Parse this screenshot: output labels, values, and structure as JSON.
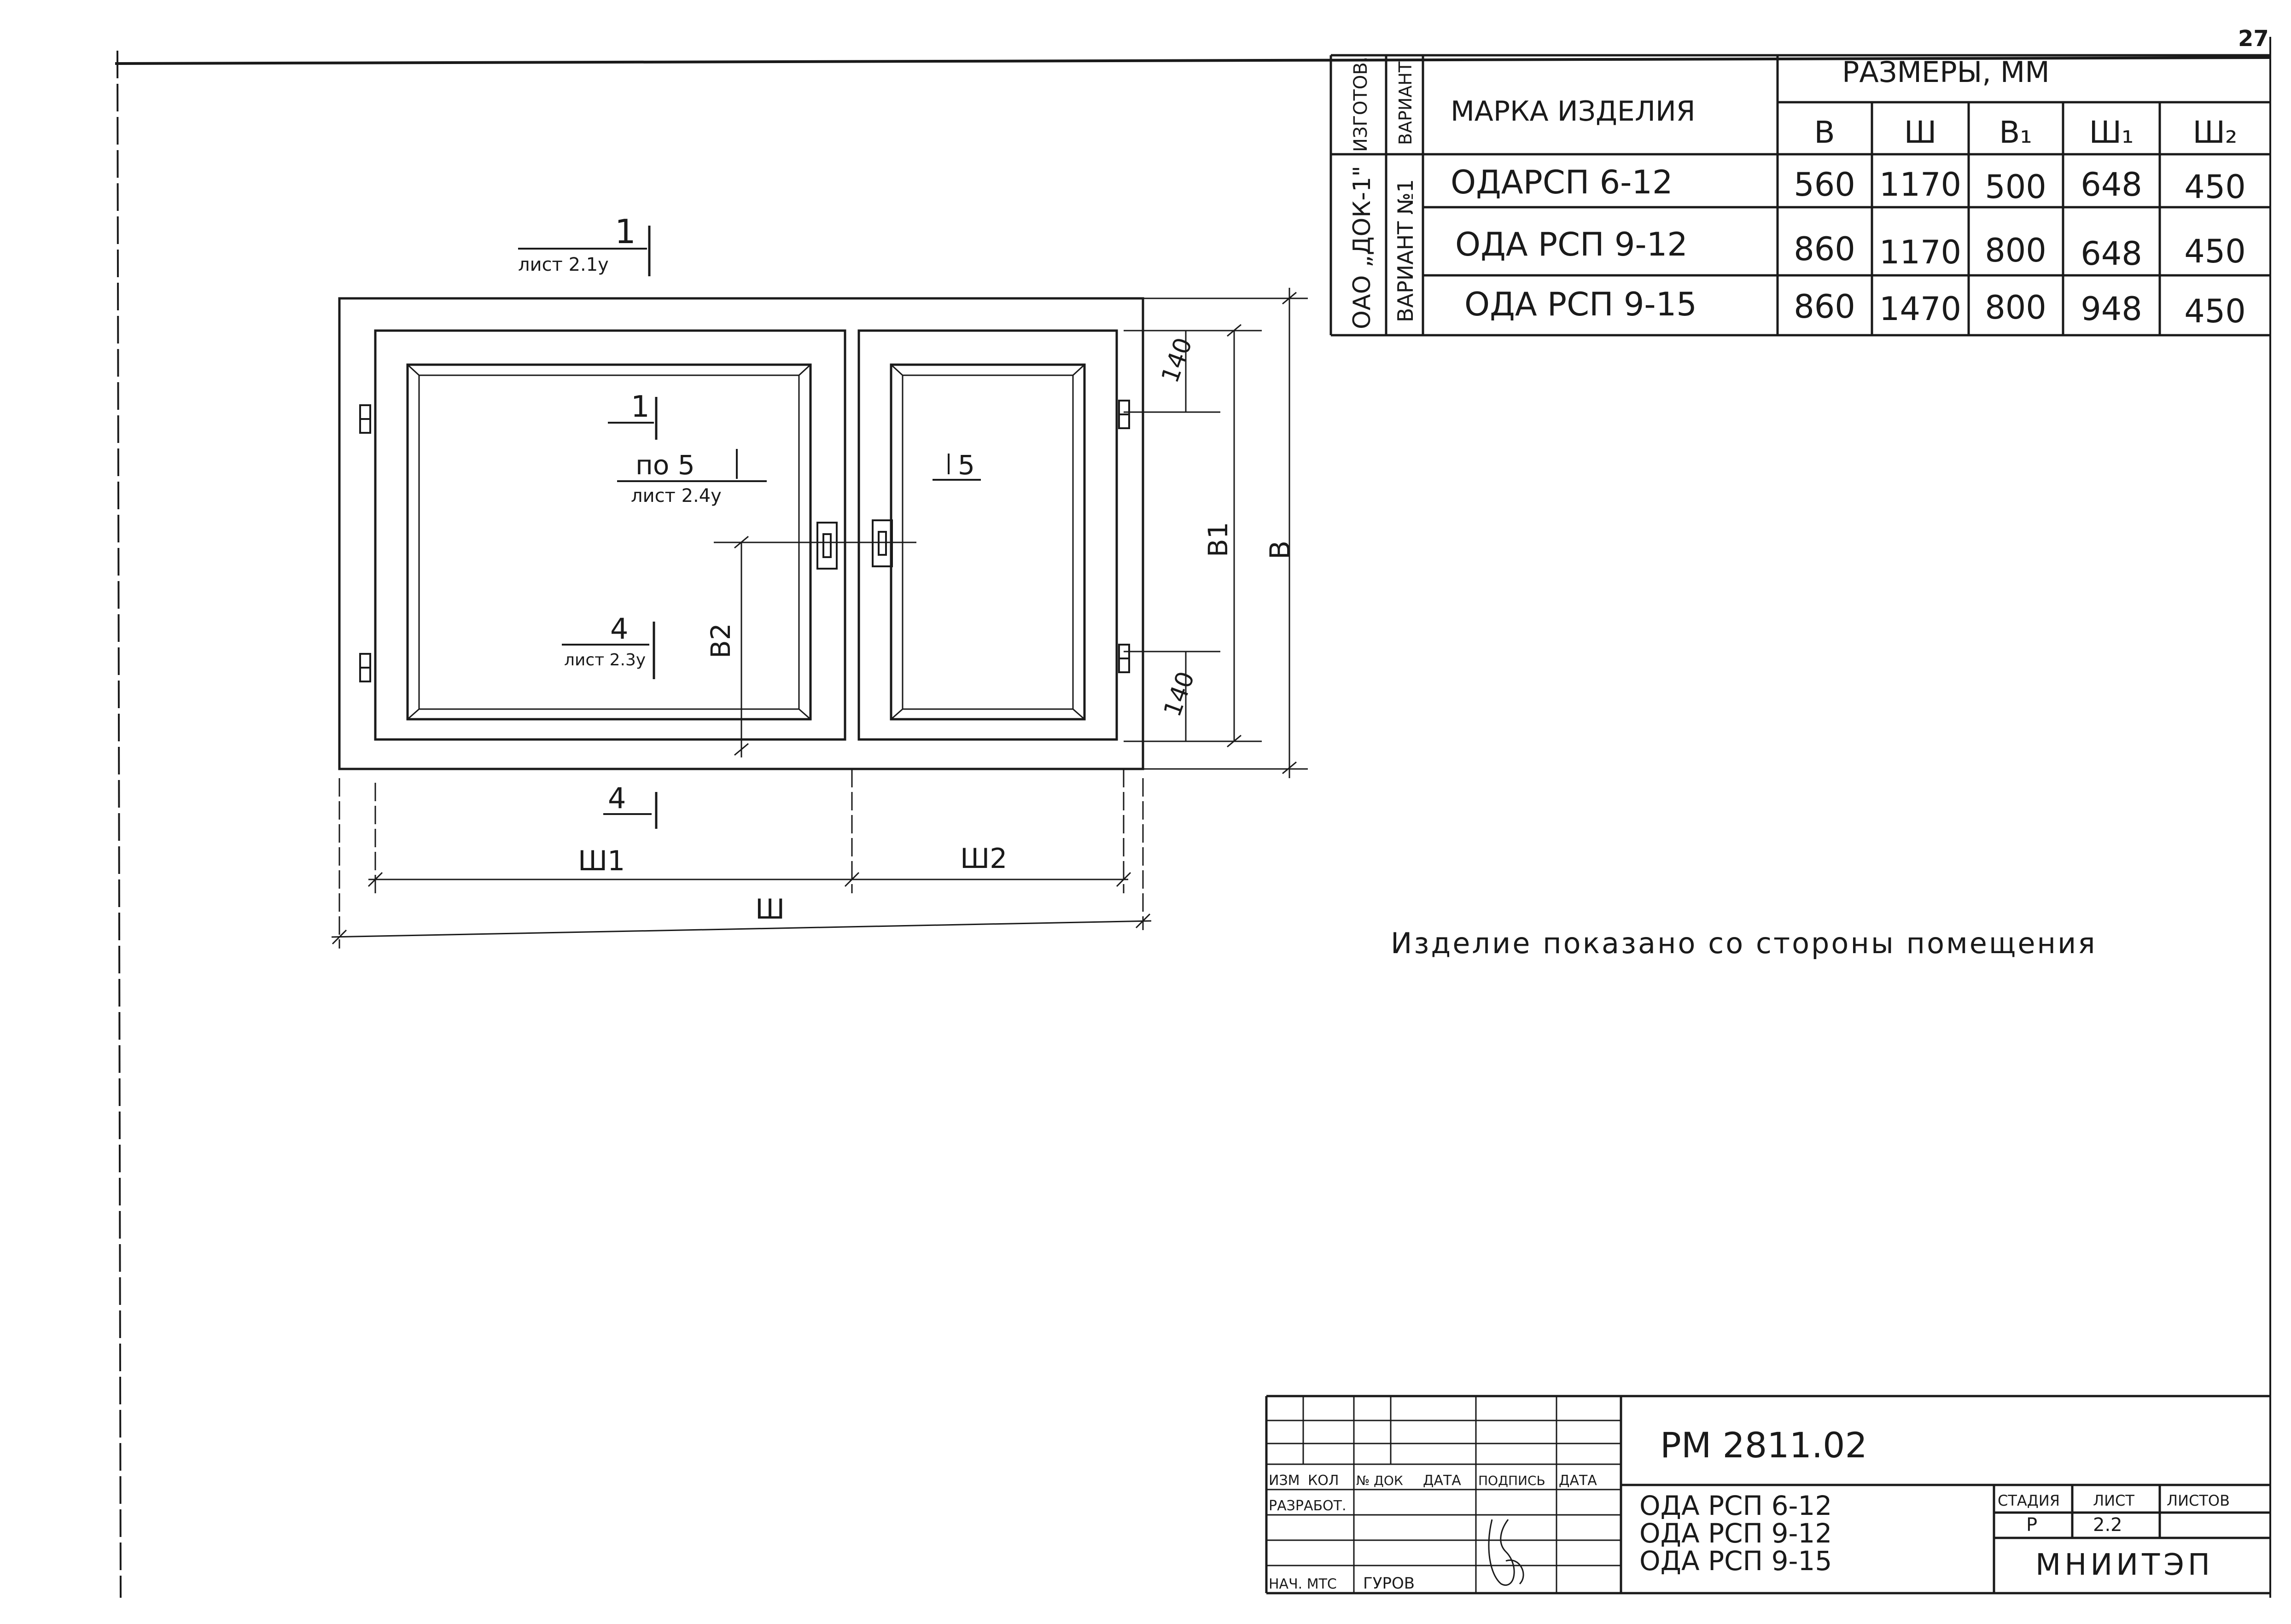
{
  "page_number": "27",
  "spec_table": {
    "col_manufacturer": "ИЗГОТОВ.",
    "col_variant": "ВАРИАНТ",
    "col_mark": "МАРКА ИЗДЕЛИЯ",
    "col_sizes": "РАЗМЕРЫ, ММ",
    "size_headers": [
      "В",
      "Ш",
      "В₁",
      "Ш₁",
      "Ш₂"
    ],
    "manufacturer_value": "ОАО „ДОК-1\"",
    "variant_value": "ВАРИАНТ №1",
    "rows": [
      {
        "mark": "ОДАРСП 6-12",
        "values": [
          "560",
          "1170",
          "500",
          "648",
          "450"
        ]
      },
      {
        "mark": "ОДА РСП 9-12",
        "values": [
          "860",
          "1170",
          "800",
          "648",
          "450"
        ]
      },
      {
        "mark": "ОДА РСП 9-15",
        "values": [
          "860",
          "1470",
          "800",
          "948",
          "450"
        ]
      }
    ]
  },
  "drawing": {
    "section_1_num": "1",
    "section_1_ref": "лист 2.1у",
    "section_1_inner": "1",
    "section_5_num": "по 5",
    "section_5_ref": "лист 2.4у",
    "section_5_right": "5",
    "section_4_num": "4",
    "section_4_ref": "лист 2.3у",
    "section_4_bottom": "4",
    "dim_140_top": "140",
    "dim_140_bottom": "140",
    "dim_B1": "В1",
    "dim_B": "В",
    "dim_B2": "В2",
    "dim_Sh1": "Ш1",
    "dim_Sh2": "Ш2",
    "dim_Sh": "Ш"
  },
  "note": "Изделие показано со стороны помещения",
  "title_block": {
    "doc_code": "РМ 2811.02",
    "col_labels": [
      "ИЗМ",
      "КОЛ",
      "№ ДОК",
      "ДАТА",
      "ПОДПИСЬ",
      "ДАТА"
    ],
    "row_developed": "РАЗРАБОТ.",
    "row_head": "НАЧ. МТС",
    "head_name": "ГУРОВ",
    "products": [
      "ОДА РСП 6-12",
      "ОДА РСП 9-12",
      "ОДА РСП 9-15"
    ],
    "stage_label": "СТАДИЯ",
    "sheet_label": "ЛИСТ",
    "sheets_label": "ЛИСТОВ",
    "stage_value": "Р",
    "sheet_value": "2.2",
    "org": "МНИИТЭП"
  }
}
